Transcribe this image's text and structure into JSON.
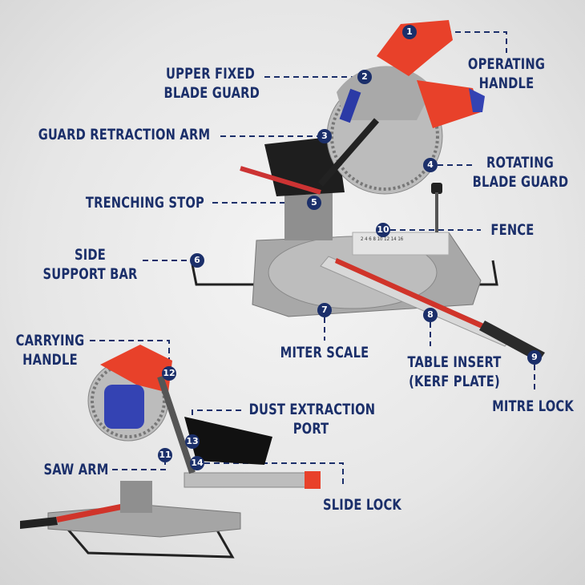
{
  "colors": {
    "label": "#1b2f6a",
    "accent": "#e8412a",
    "blue": "#3443b3",
    "metal": "#9a9a9a",
    "background": "#e8e8e8"
  },
  "callouts": [
    {
      "number": "1",
      "label": [
        "OPERATING",
        "HANDLE"
      ]
    },
    {
      "number": "2",
      "label": [
        "UPPER FIXED",
        "BLADE GUARD"
      ]
    },
    {
      "number": "3",
      "label": [
        "GUARD RETRACTION ARM"
      ]
    },
    {
      "number": "4",
      "label": [
        "ROTATING",
        "BLADE GUARD"
      ]
    },
    {
      "number": "5",
      "label": [
        "TRENCHING STOP"
      ]
    },
    {
      "number": "6",
      "label": [
        "SIDE",
        "SUPPORT BAR"
      ]
    },
    {
      "number": "7",
      "label": [
        "MITER SCALE"
      ]
    },
    {
      "number": "8",
      "label": [
        "TABLE INSERT",
        "(KERF PLATE)"
      ]
    },
    {
      "number": "9",
      "label": [
        "MITRE LOCK"
      ]
    },
    {
      "number": "10",
      "label": [
        "FENCE"
      ]
    },
    {
      "number": "11",
      "label": [
        "SAW ARM"
      ]
    },
    {
      "number": "12",
      "label": [
        "CARRYING",
        "HANDLE"
      ]
    },
    {
      "number": "13",
      "label": [
        "DUST EXTRACTION",
        "PORT"
      ]
    },
    {
      "number": "14",
      "label": [
        "SLIDE LOCK"
      ]
    }
  ],
  "scale_marks": "2 4 6 8 10 12 14 16"
}
